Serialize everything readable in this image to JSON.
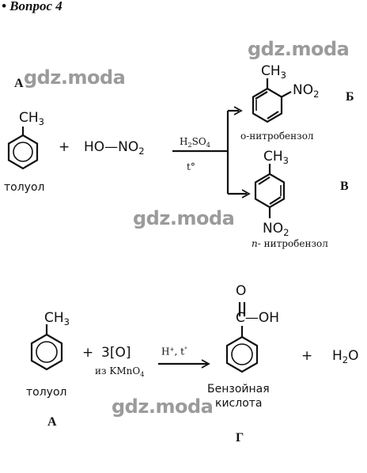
{
  "heading": "• Вопрос 4",
  "watermark": "gdz.moda",
  "labels": {
    "a": "А",
    "b": "Б",
    "v": "В",
    "g": "Г",
    "a2": "А"
  },
  "reaction1": {
    "ch3": "CH",
    "ch3_sub": "3",
    "plus": "+",
    "acid": "HO—NO",
    "acid_sub": "2",
    "catalyst": "H",
    "catalyst_sub1": "2",
    "catalyst_mid": "SO",
    "catalyst_sub2": "4",
    "condition": "t°",
    "reactant_name": "толуол",
    "no2": "NO",
    "no2_sub": "2",
    "product1_name": "o-нитробензол",
    "product2_prefix": "n-",
    "product2_name": " нитробензол"
  },
  "reaction2": {
    "ch3": "CH",
    "ch3_sub": "3",
    "plus1": "+",
    "oxidant": "3[O]",
    "oxidant_source": "из KMnO",
    "oxidant_source_sub": "4",
    "condition_h": "H",
    "condition_h_sup": "+",
    "condition_t": ", t",
    "condition_t_sup": "°",
    "o_atom": "O",
    "cooh": "C—OH",
    "plus2": "+",
    "water": "H",
    "water_sub": "2",
    "water_o": "O",
    "reactant_name": "толуол",
    "product_name_line1": "Бензойная",
    "product_name_line2": "кислота"
  }
}
